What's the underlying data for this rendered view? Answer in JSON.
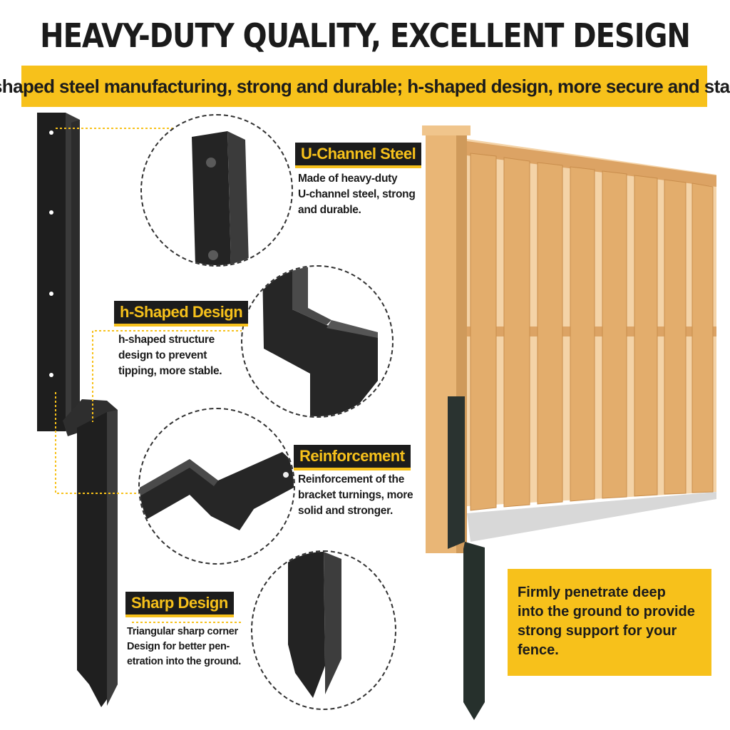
{
  "title": "HEAVY-DUTY QUALITY, EXCELLENT DESIGN",
  "banner": "U-shaped steel manufacturing, strong and durable; h-shaped design, more secure and stable",
  "features": {
    "u_channel": {
      "label": "U-Channel Steel",
      "lines": [
        "Made of heavy-duty",
        "U-channel steel, strong",
        "and durable."
      ]
    },
    "h_shaped": {
      "label": "h-Shaped Design",
      "lines": [
        "h-shaped structure",
        "design to prevent",
        "tipping, more stable."
      ]
    },
    "reinforcement": {
      "label": "Reinforcement",
      "lines": [
        "Reinforcement of the",
        "bracket turnings, more",
        "solid and stronger."
      ]
    },
    "sharp": {
      "label": "Sharp Design",
      "lines": [
        "Triangular sharp corner",
        "Design for better pen-",
        "etration into the ground."
      ]
    }
  },
  "callout": {
    "lines": [
      "Firmly penetrate deep",
      "into the ground to provide",
      "strong support for your",
      "fence."
    ]
  },
  "colors": {
    "accent_yellow": "#f7c11b",
    "steel_black": "#1e1e1e",
    "wood": "#e2ae6e"
  }
}
